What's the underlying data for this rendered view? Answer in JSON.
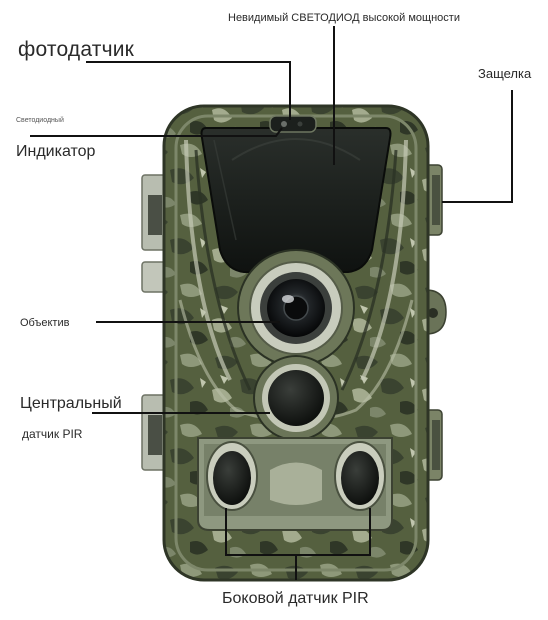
{
  "labels": {
    "led": "Невидимый СВЕТОДИОД высокой мощности",
    "photosensor": "фотодатчик",
    "latch": "Защелка",
    "indicator_small": "Светодиодный",
    "indicator": "Индикатор",
    "lens": "Объектив",
    "central_pir_line1": "Центральный",
    "central_pir_line2": "датчик PIR",
    "side_pir": "Боковой датчик PIR"
  },
  "colors": {
    "camo_base": "#55603f",
    "camo_dark": "#353d29",
    "camo_light": "#9aa384",
    "panel_dark": "#141714",
    "callout_line": "#111111"
  }
}
